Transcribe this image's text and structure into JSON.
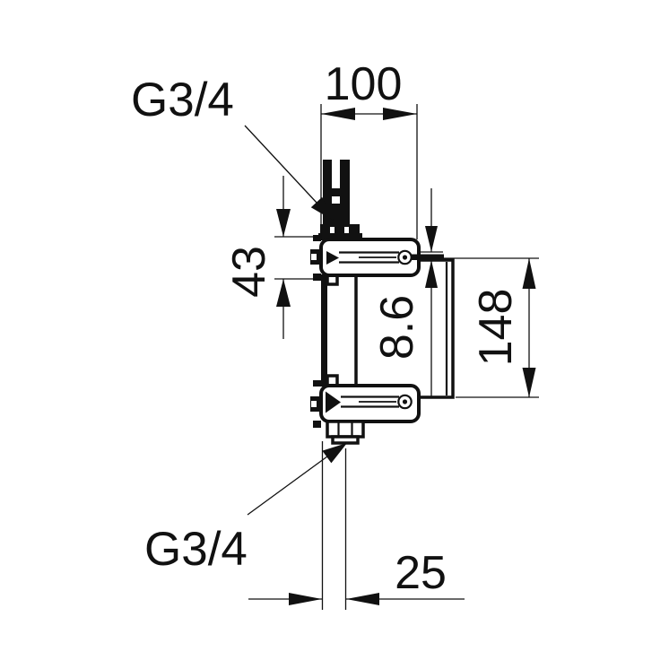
{
  "drawing": {
    "background": "#ffffff",
    "line_color": "#111111",
    "labels": {
      "top_port": "G3/4",
      "bottom_port": "G3/4"
    },
    "dimensions": {
      "top_width": "100",
      "left_height": "43",
      "right_gap": "8.6",
      "right_height": "148",
      "bottom_offset": "25"
    }
  }
}
